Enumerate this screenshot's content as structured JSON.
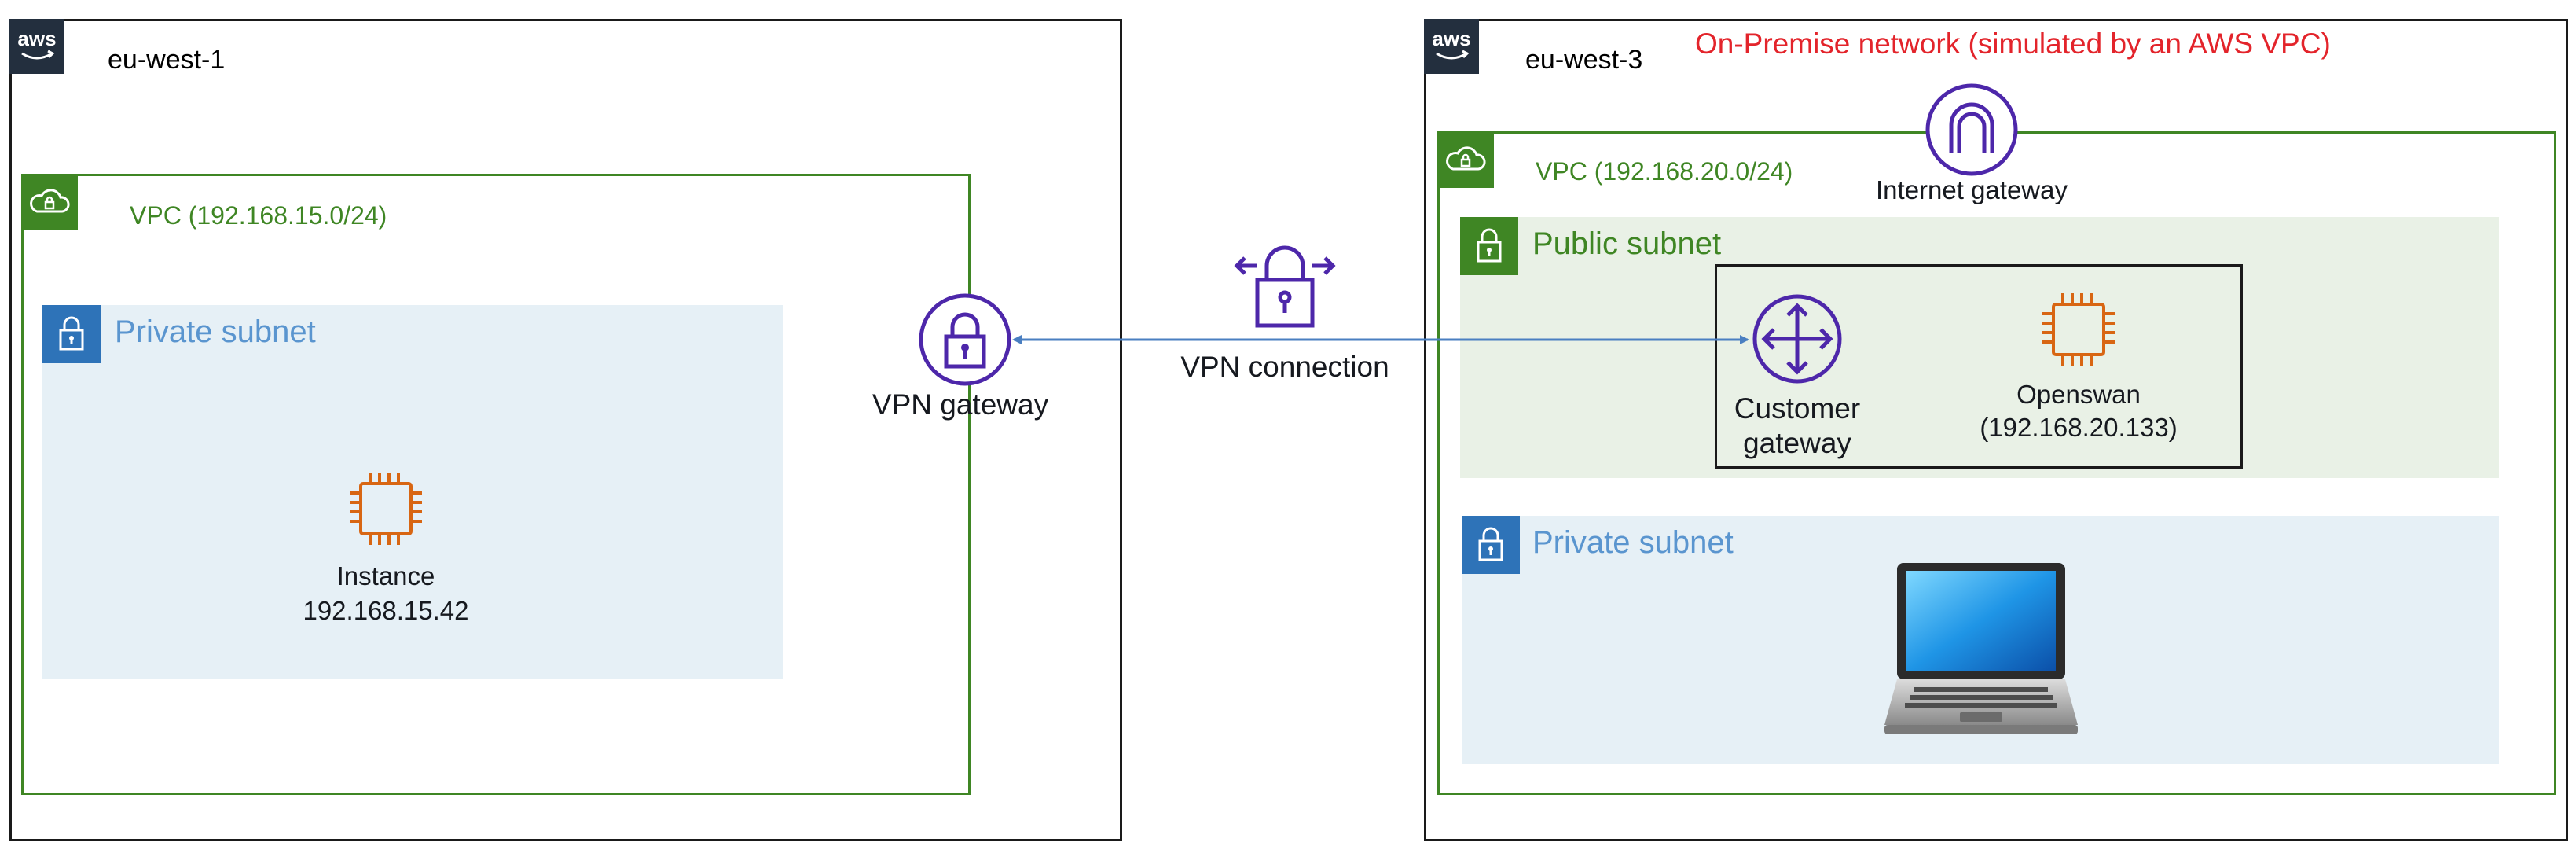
{
  "regions": {
    "left": {
      "name": "eu-west-1"
    },
    "right": {
      "name": "eu-west-3",
      "note": "On-Premise network (simulated by an AWS VPC)"
    }
  },
  "left_vpc": {
    "label": "VPC (192.168.15.0/24)",
    "private_subnet": "Private subnet",
    "instance_label": "Instance",
    "instance_ip": "192.168.15.42"
  },
  "vpn": {
    "gateway_label": "VPN gateway",
    "connection_label": "VPN connection"
  },
  "right_vpc": {
    "label": "VPC (192.168.20.0/24)",
    "internet_gateway": "Internet gateway",
    "public_subnet": "Public subnet",
    "customer_gateway_line1": "Customer",
    "customer_gateway_line2": "gateway",
    "openswan_label": "Openswan",
    "openswan_ip": "(192.168.20.133)",
    "private_subnet": "Private subnet"
  },
  "colors": {
    "vpc_green": "#3f8624",
    "subnet_blue": "#2e73b8",
    "compute_orange": "#d86613",
    "network_purple": "#4d27aa",
    "connector_blue": "#4a7fc1",
    "note_red": "#e3242b"
  },
  "icons": [
    "aws-logo",
    "vpc-cloud-icon",
    "padlock-icon",
    "ec2-instance-icon",
    "vpn-gateway-icon",
    "vpn-connection-icon",
    "internet-gateway-icon",
    "customer-gateway-icon",
    "laptop-icon"
  ]
}
